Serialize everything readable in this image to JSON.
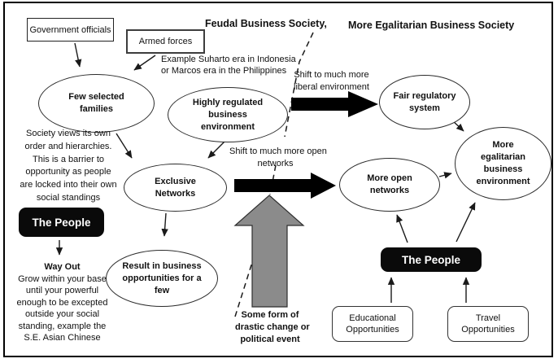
{
  "diagram": {
    "left_title": "Feudal Business Society,",
    "right_title": "More Egalitarian Business Society",
    "boxes": {
      "government": "Government officials",
      "armed_forces": "Armed forces",
      "educational": [
        "Educational",
        "Opportunities"
      ],
      "travel": [
        "Travel",
        "Opportunities"
      ]
    },
    "ellipses": {
      "few_families": [
        "Few selected",
        "families"
      ],
      "highly_regulated": [
        "Highly regulated",
        "business",
        "environment"
      ],
      "exclusive_networks": [
        "Exclusive",
        "Networks"
      ],
      "result_few": [
        "Result in business",
        "opportunities for a",
        "few"
      ],
      "fair_regulatory": [
        "Fair regulatory",
        "system"
      ],
      "more_open": [
        "More open",
        "networks"
      ],
      "more_egalitarian": [
        "More",
        "egalitarian",
        "business",
        "environment"
      ]
    },
    "people_label_left": "The People",
    "people_label_right": "The People",
    "notes": {
      "example": [
        "Example Suharto era in Indonesia",
        "or Marcos era in the Philippines"
      ],
      "society": [
        "Society views its own",
        "order and hierarchies.",
        "This is a barrier to",
        "opportunity as people",
        "are locked into their own",
        "social standings"
      ],
      "way_out_title": "Way Out",
      "way_out": [
        "Grow within your base",
        "until your powerful",
        "enough to be excepted",
        "outside your social",
        "standing, example the",
        "S.E. Asian Chinese"
      ],
      "shift_liberal": [
        "Shift to much more",
        "liberal environment"
      ],
      "shift_open": [
        "Shift to much more open",
        "networks"
      ],
      "drastic": [
        "Some form of",
        "drastic change or",
        "political event"
      ]
    },
    "colors": {
      "arrow_black": "#000000",
      "arrow_gray": "#8b8b8b",
      "arrow_gray_stroke": "#2e2e2e",
      "line_color": "#1a1a1a",
      "people_bg": "#0a0a0a",
      "people_text": "#ffffff"
    }
  }
}
